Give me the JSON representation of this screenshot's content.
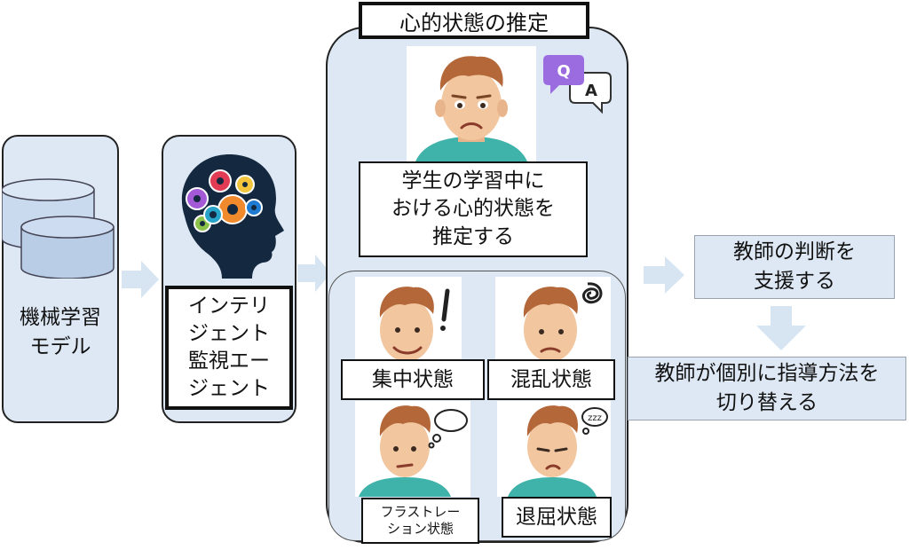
{
  "ml_model": {
    "label": "機械学習\nモデル"
  },
  "agent": {
    "label": "インテリ\nジェント\n監視エー\nジェント"
  },
  "estimation": {
    "title": "心的状態の推定",
    "description": "学生の学習中に\nおける心的状態を\n推定する",
    "qa_icon": {
      "q": "Q",
      "a": "A"
    }
  },
  "states": [
    {
      "label": "集中状態"
    },
    {
      "label": "混乱状態"
    },
    {
      "label": "フラストレー\nション状態"
    },
    {
      "label": "退屈状態"
    }
  ],
  "support": {
    "label": "教師の判断を\n支援する"
  },
  "switch": {
    "label": "教師が個別に指導方法を\n切り替える"
  },
  "colors": {
    "panel": "#dde8f4",
    "arrow": "#d7e4f1",
    "skin": "#f2c7a0",
    "hair": "#b4683a",
    "shirt": "#3fb3a9",
    "head_silhouette": "#14283f"
  }
}
